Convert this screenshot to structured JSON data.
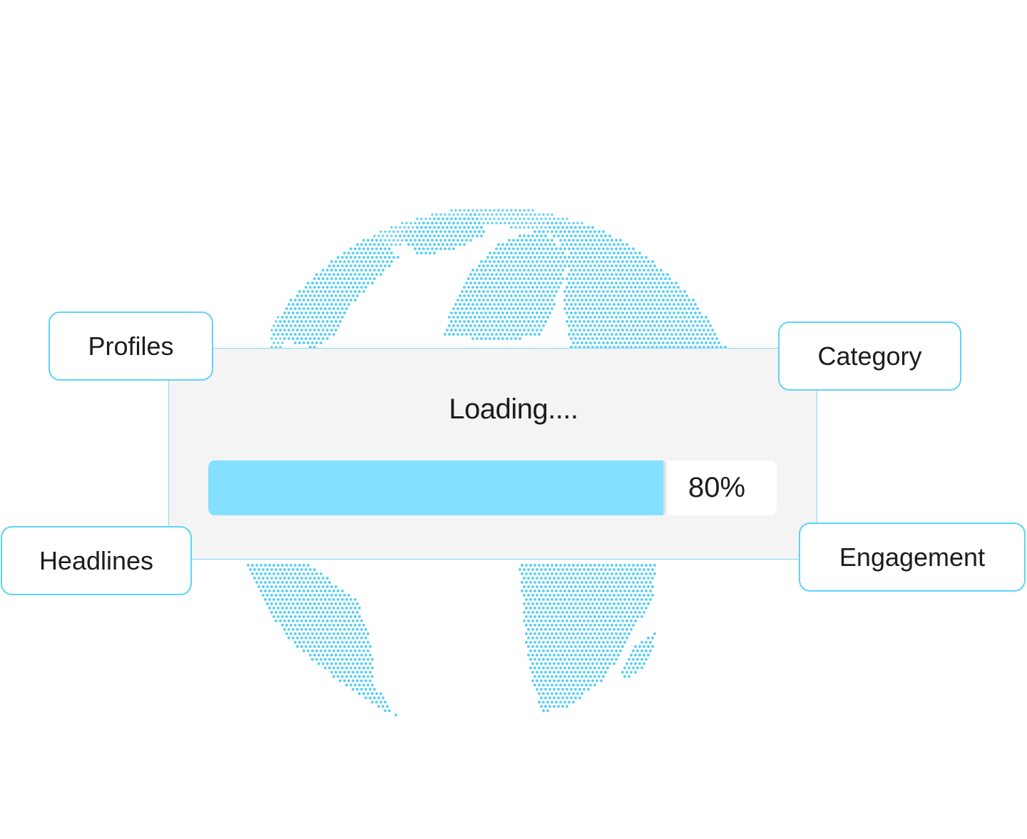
{
  "loading": {
    "text": "Loading....",
    "progress_fraction": 0.8,
    "progress_label": "80%"
  },
  "tags": {
    "profiles": "Profiles",
    "category": "Category",
    "headlines": "Headlines",
    "engagement": "Engagement"
  },
  "colors": {
    "globe_dots": "#4fcdf8",
    "accent_border": "#5fd3f7",
    "progress_fill": "#84e0ff",
    "panel_background": "#f4f4f4"
  },
  "icons": {
    "globe": "dotted-globe-icon"
  }
}
